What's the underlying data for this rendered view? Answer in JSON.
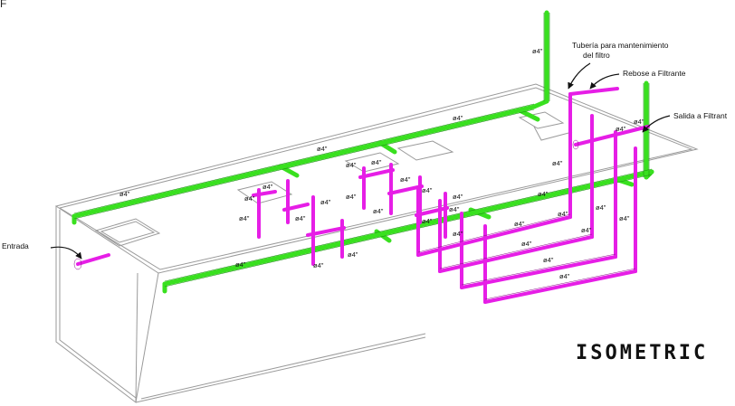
{
  "colors": {
    "tank_line": "#9a9a9a",
    "pipe_green": "#39e01f",
    "pipe_magenta": "#e61ee6",
    "text": "#111111"
  },
  "corner_mark": "F",
  "title": "ISOMETRIC",
  "labels": {
    "mantenimiento_line1": "Tubería para mantenimiento",
    "mantenimiento_line2": "del filtro",
    "rebose": "Rebose a Filtrante",
    "salida": "Salida a Filtrant",
    "entrada": "Entrada"
  },
  "pipe_size": "ø4\""
}
